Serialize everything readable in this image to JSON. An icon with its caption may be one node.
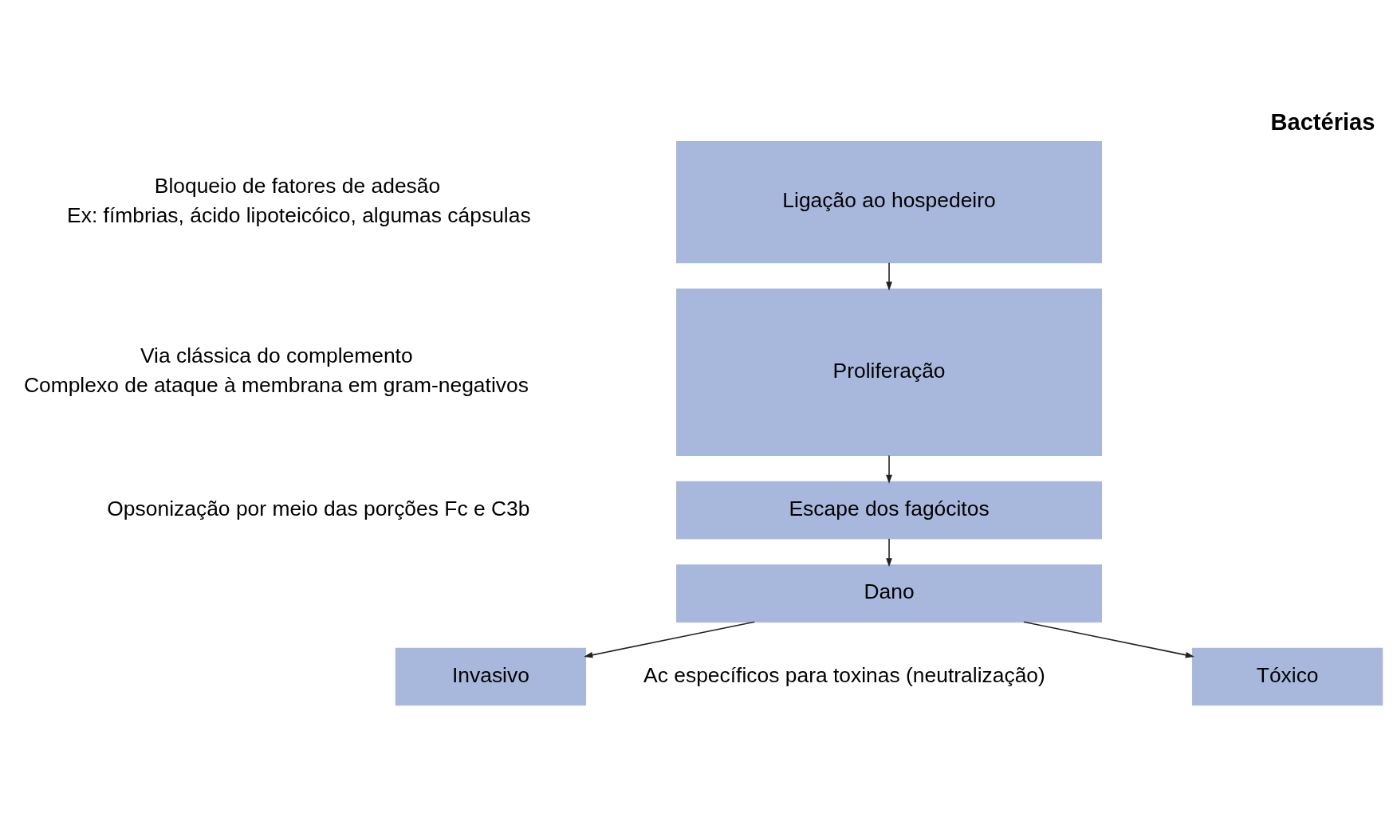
{
  "diagram": {
    "title": "Bactérias",
    "nodes": [
      {
        "text": [
          "Ligação ao hospedeiro"
        ]
      },
      {
        "text": [
          "Proliferação"
        ]
      },
      {
        "text": [
          "Escape dos fagócitos"
        ]
      },
      {
        "text": [
          "Dano"
        ]
      },
      {
        "text": [
          "Tóxico"
        ]
      },
      {
        "text": [
          "Invasivo"
        ]
      }
    ],
    "edges": [
      {
        "from": 0,
        "to": 1,
        "arrow": "to"
      },
      {
        "from": 1,
        "to": 2,
        "arrow": "to"
      },
      {
        "from": 2,
        "to": 3,
        "arrow": "to"
      },
      {
        "from": 3,
        "to": 4,
        "arrow": "to"
      },
      {
        "from": 3,
        "to": 5,
        "arrow": "to"
      }
    ],
    "labels": [
      "Bloqueio de fatores de adesão",
      "Ex: fímbrias, ácido lipoteicóico, algumas cápsulas",
      "Via clássica do complemento",
      "Complexo de ataque à membrana em gram-negativos",
      "Opsonização por meio das porções Fc e C3b",
      "Ac específicos para toxinas (neutralização)"
    ]
  }
}
